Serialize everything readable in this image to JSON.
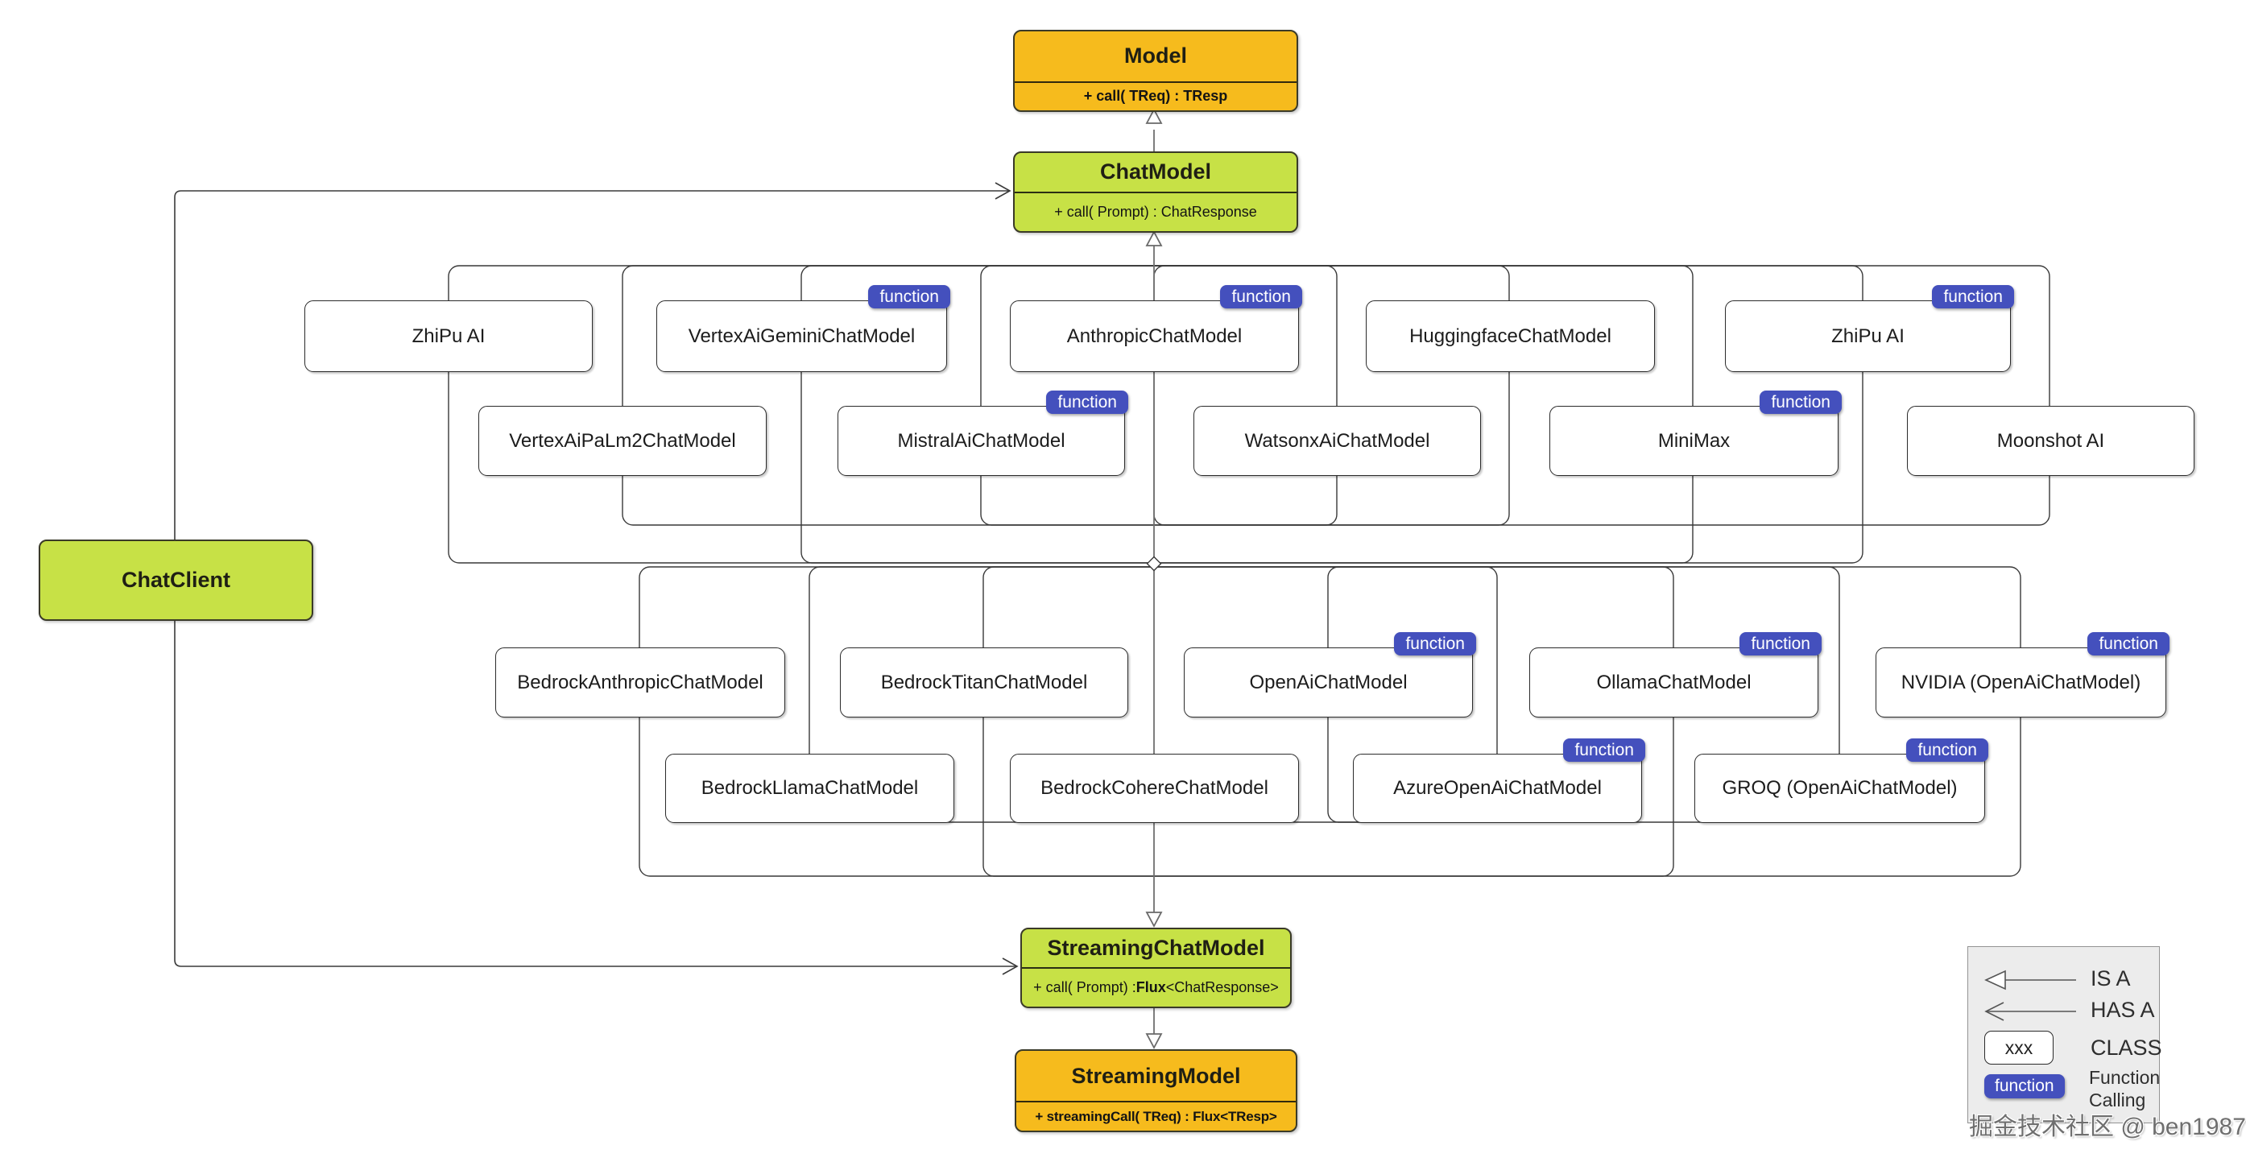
{
  "badge_label": "function",
  "interfaces": {
    "model": {
      "title": "Model",
      "method": [
        [
          "+ call( TReq) : TResp",
          1
        ]
      ]
    },
    "chat_model": {
      "title": "ChatModel",
      "method": [
        [
          "+ call( Prompt) : ChatResponse",
          0
        ]
      ]
    },
    "chat_client": {
      "title": "ChatClient"
    },
    "streaming_chat_model": {
      "title": "StreamingChatModel",
      "method": [
        [
          "+ call( Prompt) : ",
          0
        ],
        [
          "Flux",
          1
        ],
        [
          "<ChatResponse>",
          0
        ]
      ]
    },
    "streaming_model": {
      "title": "StreamingModel",
      "method": [
        [
          "+ streamingCall( TReq) : Flux<TResp>",
          1
        ]
      ]
    }
  },
  "upper_models": [
    {
      "label": "ZhiPu AI",
      "function": false
    },
    {
      "label": "VertexAiGeminiChatModel",
      "function": true
    },
    {
      "label": "AnthropicChatModel",
      "function": true
    },
    {
      "label": "HuggingfaceChatModel",
      "function": false
    },
    {
      "label": "ZhiPu AI",
      "function": true
    },
    {
      "label": "VertexAiPaLm2ChatModel",
      "function": false
    },
    {
      "label": "MistralAiChatModel",
      "function": true
    },
    {
      "label": "WatsonxAiChatModel",
      "function": false
    },
    {
      "label": "MiniMax",
      "function": true
    },
    {
      "label": "Moonshot AI",
      "function": false
    }
  ],
  "lower_models": [
    {
      "label": "BedrockAnthropicChatModel",
      "function": false
    },
    {
      "label": "BedrockTitanChatModel",
      "function": false
    },
    {
      "label": "OpenAiChatModel",
      "function": true
    },
    {
      "label": "OllamaChatModel",
      "function": true
    },
    {
      "label": "NVIDIA (OpenAiChatModel)",
      "function": true
    },
    {
      "label": "BedrockLlamaChatModel",
      "function": false
    },
    {
      "label": "BedrockCohereChatModel",
      "function": false
    },
    {
      "label": "AzureOpenAiChatModel",
      "function": true
    },
    {
      "label": "GROQ (OpenAiChatModel)",
      "function": true
    }
  ],
  "legend": {
    "is_a": "IS A",
    "has_a": "HAS A",
    "class_sample": "xxx",
    "class_label": "CLASS",
    "function_label": "Function Calling"
  },
  "watermark": "掘金技术社区 @ ben1987",
  "colors": {
    "interface_orange": "#f6bb1d",
    "class_green": "#c7e146",
    "function_badge": "#4450bd",
    "rail": "#383838",
    "arrow_gray": "#707070"
  }
}
